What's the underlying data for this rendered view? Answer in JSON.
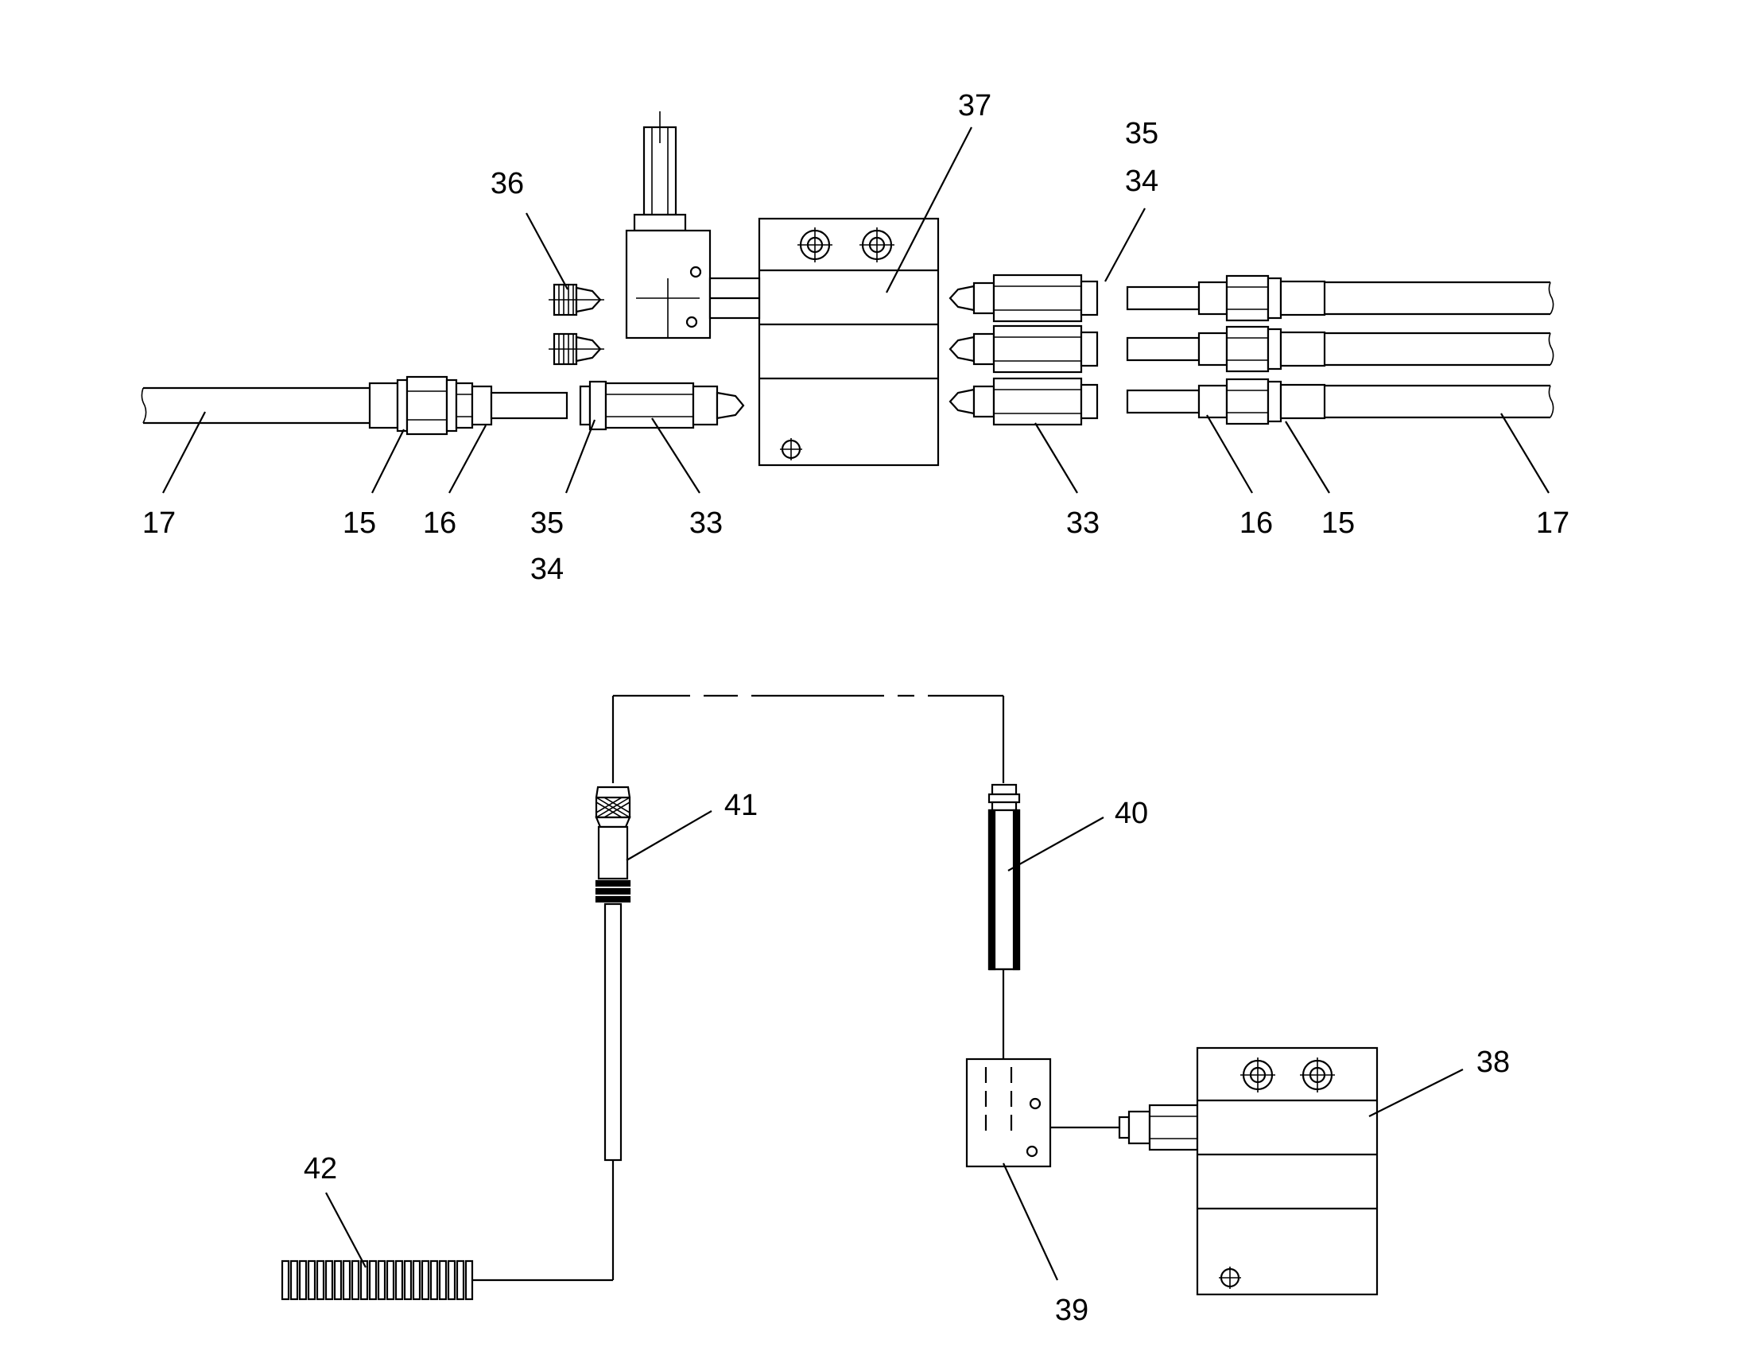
{
  "diagram": {
    "callouts": {
      "c17_left": "17",
      "c15_left": "15",
      "c16_left": "16",
      "c35_bottom": "35",
      "c34_bottom": "34",
      "c33_left": "33",
      "c36": "36",
      "c37": "37",
      "c35_top": "35",
      "c34_top": "34",
      "c33_right": "33",
      "c16_right": "16",
      "c15_right": "15",
      "c17_right": "17",
      "c41": "41",
      "c40": "40",
      "c42": "42",
      "c38": "38",
      "c39": "39"
    }
  }
}
